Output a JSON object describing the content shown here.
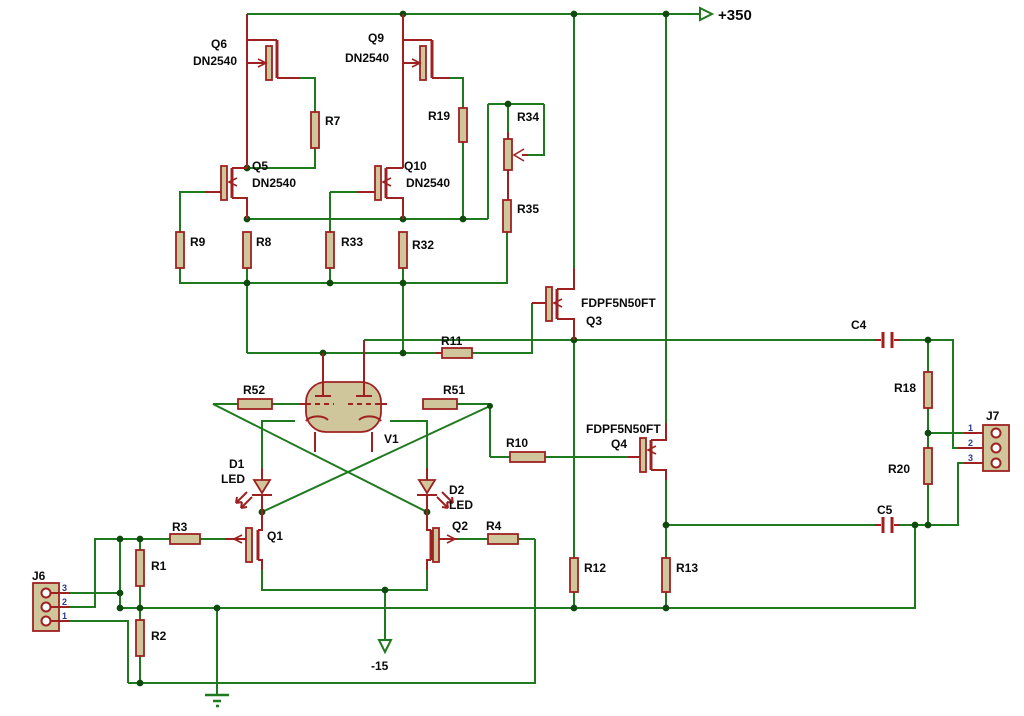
{
  "supplies": {
    "vplus": "+350",
    "vminus": "-15"
  },
  "tube": {
    "ref": "V1"
  },
  "transistors": {
    "q1": {
      "ref": "Q1"
    },
    "q2": {
      "ref": "Q2"
    },
    "q3": {
      "ref": "Q3",
      "part": "FDPF5N50FT"
    },
    "q4": {
      "ref": "Q4",
      "part": "FDPF5N50FT"
    },
    "q5": {
      "ref": "Q5",
      "part": "DN2540"
    },
    "q6": {
      "ref": "Q6",
      "part": "DN2540"
    },
    "q9": {
      "ref": "Q9",
      "part": "DN2540"
    },
    "q10": {
      "ref": "Q10",
      "part": "DN2540"
    }
  },
  "resistors": {
    "r1": "R1",
    "r2": "R2",
    "r3": "R3",
    "r4": "R4",
    "r7": "R7",
    "r8": "R8",
    "r9": "R9",
    "r10": "R10",
    "r11": "R11",
    "r12": "R12",
    "r13": "R13",
    "r18": "R18",
    "r19": "R19",
    "r20": "R20",
    "r32": "R32",
    "r33": "R33",
    "r34": "R34",
    "r35": "R35",
    "r51": "R51",
    "r52": "R52"
  },
  "capacitors": {
    "c4": "C4",
    "c5": "C5"
  },
  "diodes": {
    "d1": {
      "ref": "D1",
      "type": "LED"
    },
    "d2": {
      "ref": "D2",
      "type": "LED"
    }
  },
  "connectors": {
    "j6": {
      "ref": "J6",
      "pins": [
        "3",
        "2",
        "1"
      ]
    },
    "j7": {
      "ref": "J7",
      "pins": [
        "1",
        "2",
        "3"
      ]
    }
  },
  "colors": {
    "wire": "#1f7a1f",
    "component_outline": "#9e2121",
    "component_fill": "#cfc79b",
    "junction": "#0e4a0e",
    "text": "#0a0a0a",
    "pin_number": "#2b3990",
    "background": "#ffffff"
  }
}
